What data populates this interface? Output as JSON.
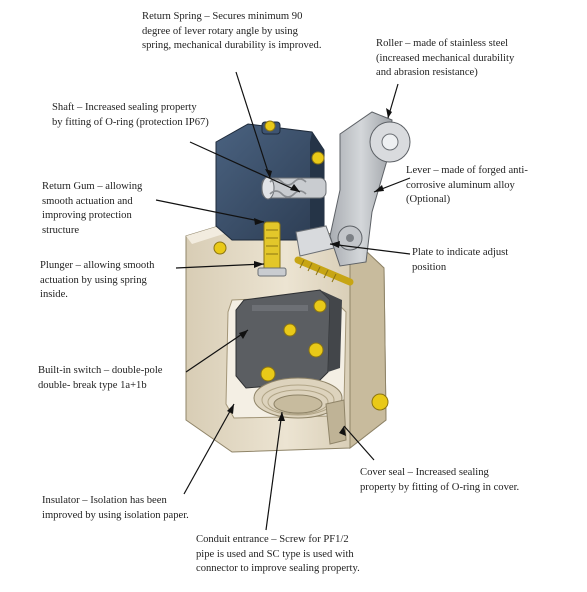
{
  "labels": {
    "return_spring": "Return Spring – Secures minimum 90\ndegree of lever rotary angle by using\nspring, mechanical durability is improved.",
    "roller": "Roller – made of stainless steel\n(increased mechanical durability\nand abrasion resistance)",
    "shaft": "Shaft – Increased sealing property\nby fitting of O‑ring (protection IP67)",
    "lever": "Lever – made of forged anti-\ncorrosive aluminum alloy\n(Optional)",
    "return_gum": "Return Gum – allowing\nsmooth actuation and\nimproving protection\nstructure",
    "plate": "Plate to indicate adjust\nposition",
    "plunger": "Plunger – allowing smooth\nactuation by using spring\ninside.",
    "builtin_switch": "Built‑in switch – double‑pole\ndouble‑ break type 1a+1b",
    "cover_seal": "Cover seal – Increased sealing\nproperty by fitting of O‑ring in cover.",
    "insulator": "Insulator – Isolation has been\nimproved by using isolation paper.",
    "conduit_entrance": "Conduit entrance – Screw for PF1/2\npipe is used and SC type is used with\nconnector to improve sealing property."
  },
  "colors": {
    "housing": "#e5dcc8",
    "head": "#3b4f6a",
    "lever": "#b9bcc0",
    "screw": "#e6c51a",
    "switch_body": "#55585c",
    "leader": "#111111"
  }
}
